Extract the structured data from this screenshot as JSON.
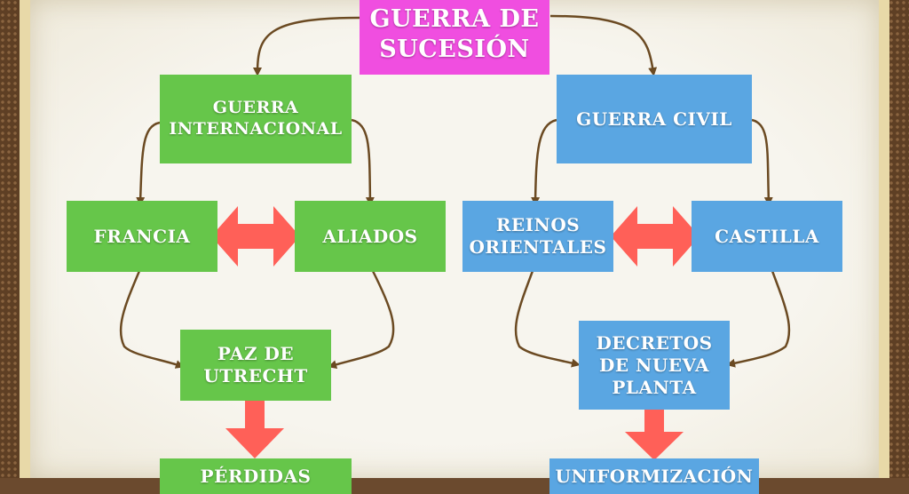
{
  "diagram": {
    "root": "GUERRA DE SUCESIÓN",
    "left_branch": {
      "title": "GUERRA INTERNACIONAL",
      "side_a": "FRANCIA",
      "side_b": "ALIADOS",
      "result": "PAZ DE UTRECHT",
      "consequence": "PÉRDIDAS"
    },
    "right_branch": {
      "title": "GUERRA CIVIL",
      "side_a": "REINOS ORIENTALES",
      "side_b": "CASTILLA",
      "result": "DECRETOS DE NUEVA PLANTA",
      "consequence": "UNIFORMIZACIÓN"
    }
  },
  "colors": {
    "root": "#f04ee0",
    "left": "#66c64a",
    "right": "#5aa6e2",
    "conflict_arrow": "#ff6058",
    "connector": "#6b4a22"
  }
}
